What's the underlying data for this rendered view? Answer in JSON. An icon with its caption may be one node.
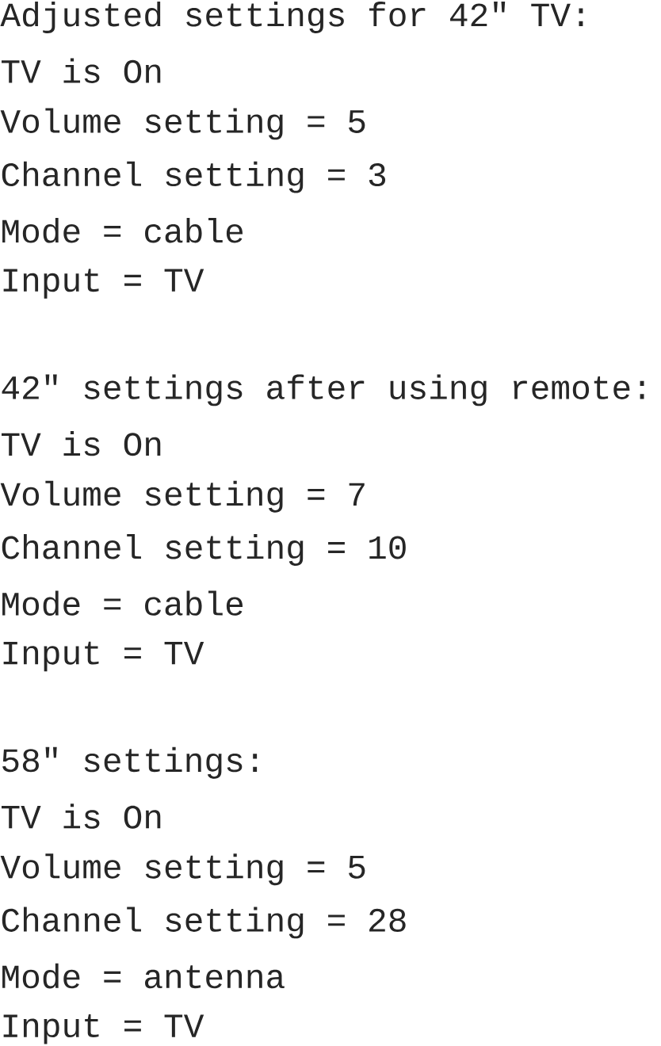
{
  "diagram": {
    "labels": [
      "Adjusted settings for 42\" TV:",
      "TV is On",
      "Volume setting = 5",
      "Channel setting = 3",
      "Mode = cable",
      "Input = TV",
      "42\" settings after using remote:",
      "TV is On",
      "Volume setting = 7",
      "Channel setting = 10",
      "Mode = cable",
      "Input = TV",
      "58\" settings:",
      "TV is On",
      "Volume setting = 5",
      "Channel setting = 28",
      "Mode = antenna",
      "Input = TV"
    ]
  }
}
